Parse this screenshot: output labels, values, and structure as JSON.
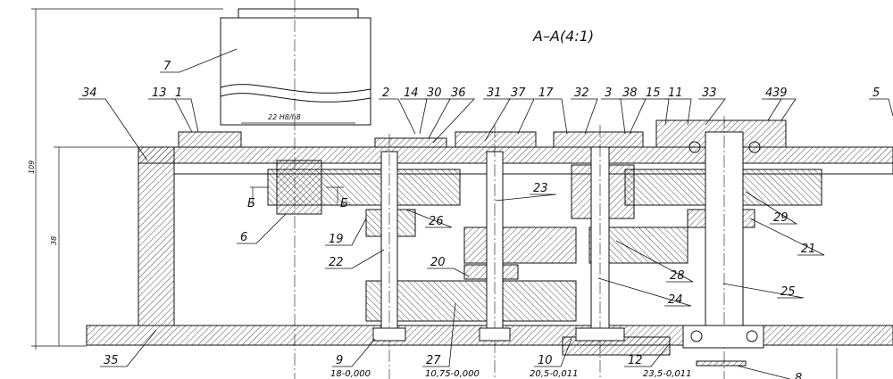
{
  "title": "А–А(4:1)",
  "section_mark": "Б",
  "dimensions": {
    "overall_height": "109",
    "inner_height": "38",
    "fit": "22 H8/h8",
    "bottom": [
      "18-0,000",
      "10,75-0,000",
      "20,5-0,011",
      "23,5-0,011"
    ]
  },
  "callouts": [
    "7",
    "34",
    "13",
    "1",
    "2",
    "14",
    "30",
    "36",
    "31",
    "37",
    "17",
    "32",
    "3",
    "38",
    "15",
    "11",
    "33",
    "4",
    "39",
    "5",
    "23",
    "26",
    "29",
    "19",
    "21",
    "6",
    "22",
    "20",
    "28",
    "24",
    "25",
    "35",
    "9",
    "27",
    "10",
    "12",
    "8"
  ],
  "colors": {
    "line": "#111111",
    "background": "#ffffff"
  }
}
